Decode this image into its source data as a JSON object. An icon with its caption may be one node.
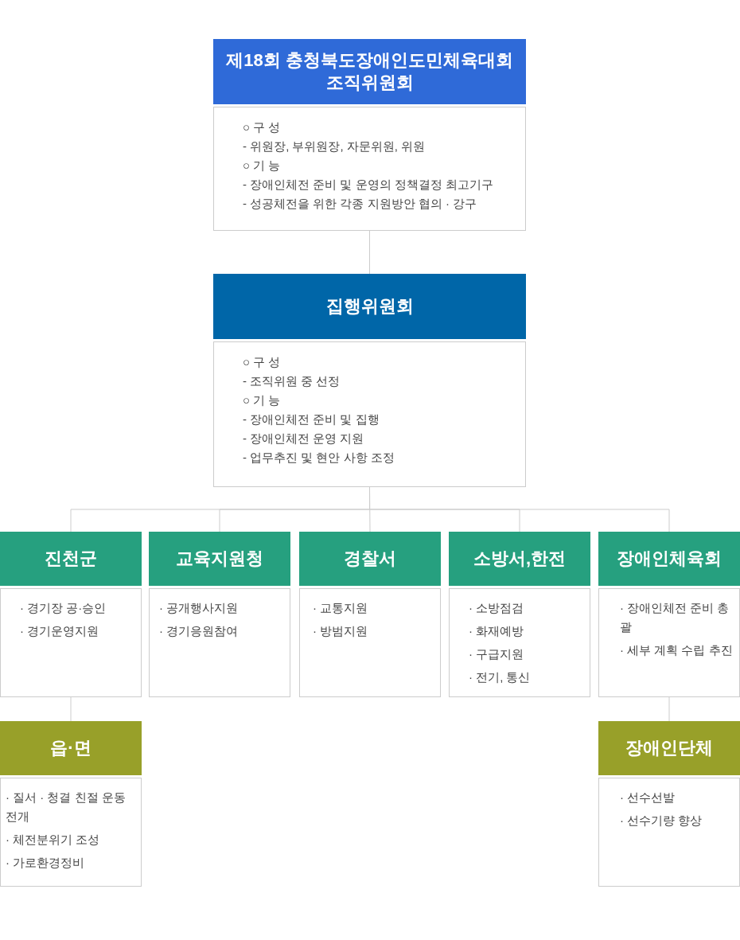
{
  "diagram": {
    "nodes": [
      {
        "text": [
          "제18회 충청북도장애인도민체육대회 조직위원회",
          "○ 구 성",
          "- 위원장, 부위원장, 자문위원, 위원",
          "○ 기 능",
          "- 장애인체전 준비 및 운영의 정책결정 최고기구",
          "- 성공체전을 위한 각종 지원방안 협의 · 강구"
        ]
      },
      {
        "text": [
          "집행위원회",
          "○ 구 성",
          "- 조직위원 중 선정",
          "○ 기 능",
          "- 장애인체전 준비 및 집행",
          "- 장애인체전 운영 지원",
          "- 업무추진 및 현안 사항 조정"
        ]
      },
      {
        "text": [
          "진천군",
          "· 경기장 공·승인",
          "· 경기운영지원"
        ]
      },
      {
        "text": [
          "교육지원청",
          "· 공개행사지원",
          "· 경기응원참여"
        ]
      },
      {
        "text": [
          "경찰서",
          "· 교통지원",
          "· 방범지원"
        ]
      },
      {
        "text": [
          "소방서,한전",
          "· 소방점검",
          "· 화재예방",
          "· 구급지원",
          "· 전기, 통신"
        ]
      },
      {
        "text": [
          "장애인체육회",
          "· 장애인체전 준비 총괄",
          "· 세부 계획 수립 추진"
        ]
      },
      {
        "text": [
          "읍·면",
          "· 질서 · 청결 친절 운동 전개",
          "· 체전분위기 조성",
          "· 가로환경정비"
        ]
      },
      {
        "text": [
          "장애인단체",
          "· 선수선발",
          "· 선수기량 향상"
        ]
      }
    ],
    "edges": [
      {
        "from": 0,
        "to": 1,
        "arrow": "none"
      },
      {
        "from": 1,
        "to": 2,
        "arrow": "none"
      },
      {
        "from": 1,
        "to": 3,
        "arrow": "none"
      },
      {
        "from": 1,
        "to": 4,
        "arrow": "none"
      },
      {
        "from": 1,
        "to": 5,
        "arrow": "none"
      },
      {
        "from": 1,
        "to": 6,
        "arrow": "none"
      },
      {
        "from": 2,
        "to": 7,
        "arrow": "none"
      },
      {
        "from": 6,
        "to": 8,
        "arrow": "none"
      }
    ]
  }
}
